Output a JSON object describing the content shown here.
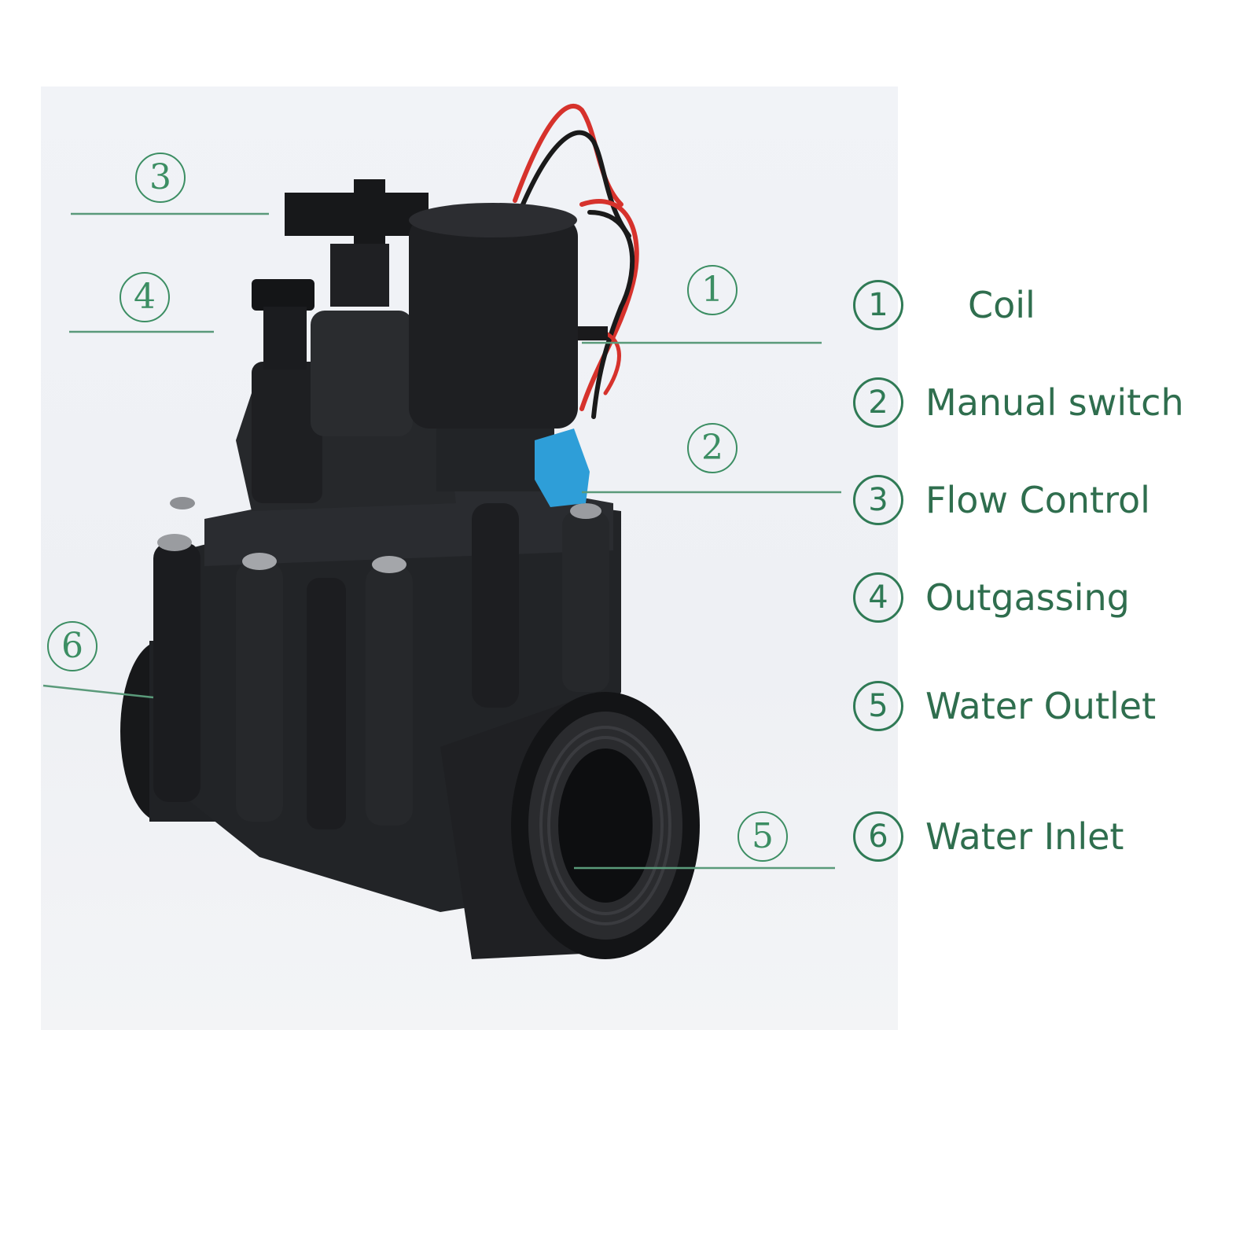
{
  "callouts": [
    {
      "num": "3"
    },
    {
      "num": "4"
    },
    {
      "num": "1"
    },
    {
      "num": "2"
    },
    {
      "num": "6"
    },
    {
      "num": "5"
    }
  ],
  "legend": [
    {
      "num": "1",
      "label": "Coil"
    },
    {
      "num": "2",
      "label": "Manual switch"
    },
    {
      "num": "3",
      "label": "Flow Control"
    },
    {
      "num": "4",
      "label": "Outgassing"
    },
    {
      "num": "5",
      "label": "Water Outlet"
    },
    {
      "num": "6",
      "label": "Water Inlet"
    }
  ],
  "colors": {
    "accent": "#2f7a55",
    "leader": "#5a9a7a",
    "valve_body": "#1f2124",
    "wire_red": "#d6322c",
    "connector_blue": "#2e9ed8"
  }
}
